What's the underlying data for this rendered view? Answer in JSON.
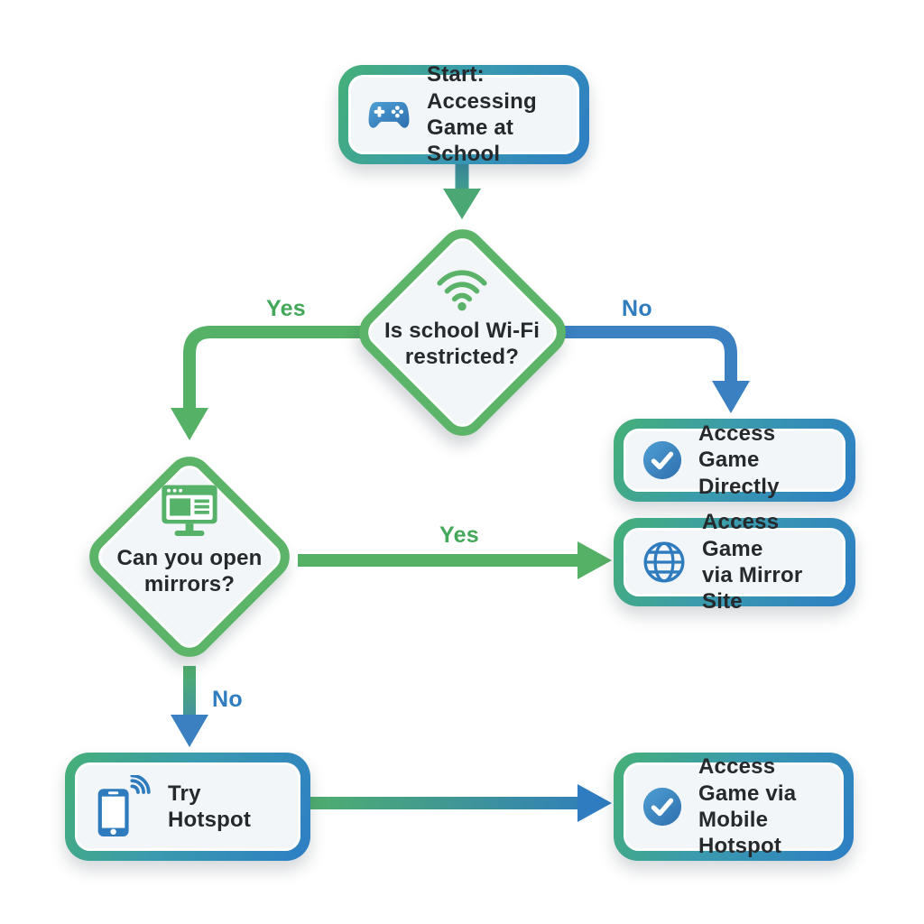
{
  "diagram": {
    "type": "flowchart",
    "background": "#ffffff",
    "nodes": {
      "start": {
        "label": "Start: Accessing\nGame at School",
        "icon": "gamepad-icon",
        "shape": "rounded-box"
      },
      "wifi_decision": {
        "label": "Is school Wi-Fi\nrestricted?",
        "icon": "wifi-icon",
        "shape": "diamond"
      },
      "access_directly": {
        "label": "Access Game\nDirectly",
        "icon": "check-circle-icon",
        "shape": "rounded-box"
      },
      "mirrors_decision": {
        "label": "Can you open\nmirrors?",
        "icon": "browser-monitor-icon",
        "shape": "diamond"
      },
      "mirror_site": {
        "label": "Access Game\nvia Mirror Site",
        "icon": "globe-icon",
        "shape": "rounded-box"
      },
      "try_hotspot": {
        "label": "Try Hotspot",
        "icon": "phone-hotspot-icon",
        "shape": "rounded-box"
      },
      "mobile_hotspot": {
        "label": "Access Game via\nMobile Hotspot",
        "icon": "check-circle-icon",
        "shape": "rounded-box"
      }
    },
    "edge_labels": {
      "wifi_yes": "Yes",
      "wifi_no": "No",
      "mirrors_yes": "Yes",
      "mirrors_no": "No"
    },
    "edges": [
      {
        "from": "start",
        "to": "wifi_decision",
        "label": ""
      },
      {
        "from": "wifi_decision",
        "to": "mirrors_decision",
        "label": "Yes"
      },
      {
        "from": "wifi_decision",
        "to": "access_directly",
        "label": "No"
      },
      {
        "from": "mirrors_decision",
        "to": "mirror_site",
        "label": "Yes"
      },
      {
        "from": "mirrors_decision",
        "to": "try_hotspot",
        "label": "No"
      },
      {
        "from": "try_hotspot",
        "to": "mobile_hotspot",
        "label": ""
      }
    ],
    "colors": {
      "green": "#55b165",
      "blue": "#3b80c1",
      "green_label": "#44a85a",
      "blue_label": "#2f7cbe",
      "node_fill": "#f3f6f8",
      "text": "#26292b"
    }
  }
}
